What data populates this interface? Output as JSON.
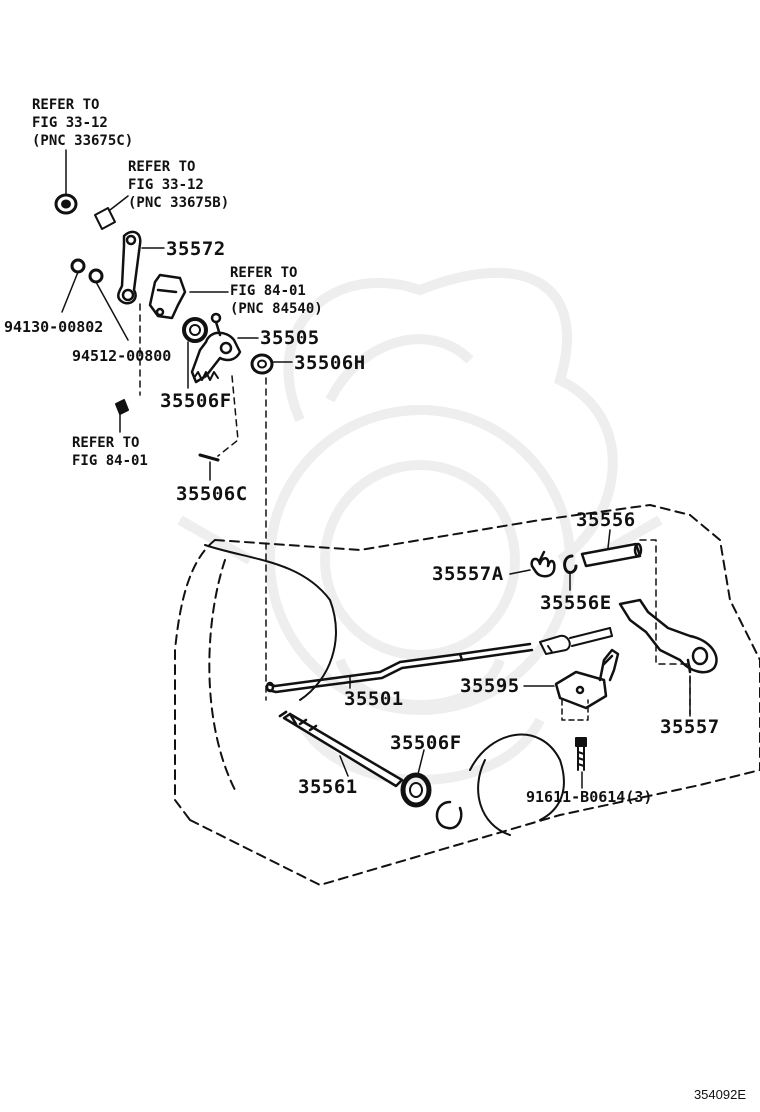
{
  "colors": {
    "ink": "#111111",
    "watermark": "#eeeeee",
    "background": "#ffffff"
  },
  "labels": {
    "p35572": "35572",
    "p35505": "35505",
    "p35506H": "35506H",
    "p35506F_top": "35506F",
    "p35506C": "35506C",
    "p94130": "94130-00802",
    "p94512": "94512-00800",
    "p35556": "35556",
    "p35557A": "35557A",
    "p35556E": "35556E",
    "p35595": "35595",
    "p35501": "35501",
    "p35557": "35557",
    "p35506F_bottom": "35506F",
    "p35561": "35561",
    "p91611": "91611-B0614(3)"
  },
  "refs": {
    "ref1": {
      "line1": "REFER TO",
      "line2": "FIG 33-12",
      "line3": "(PNC 33675C)"
    },
    "ref2": {
      "line1": "REFER TO",
      "line2": "FIG 33-12",
      "line3": "(PNC 33675B)"
    },
    "ref3": {
      "line1": "REFER TO",
      "line2": "FIG 84-01",
      "line3": "(PNC 84540)"
    },
    "ref4": {
      "line1": "REFER TO",
      "line2": "FIG 84-01"
    }
  },
  "footer": {
    "code": "354092E"
  }
}
